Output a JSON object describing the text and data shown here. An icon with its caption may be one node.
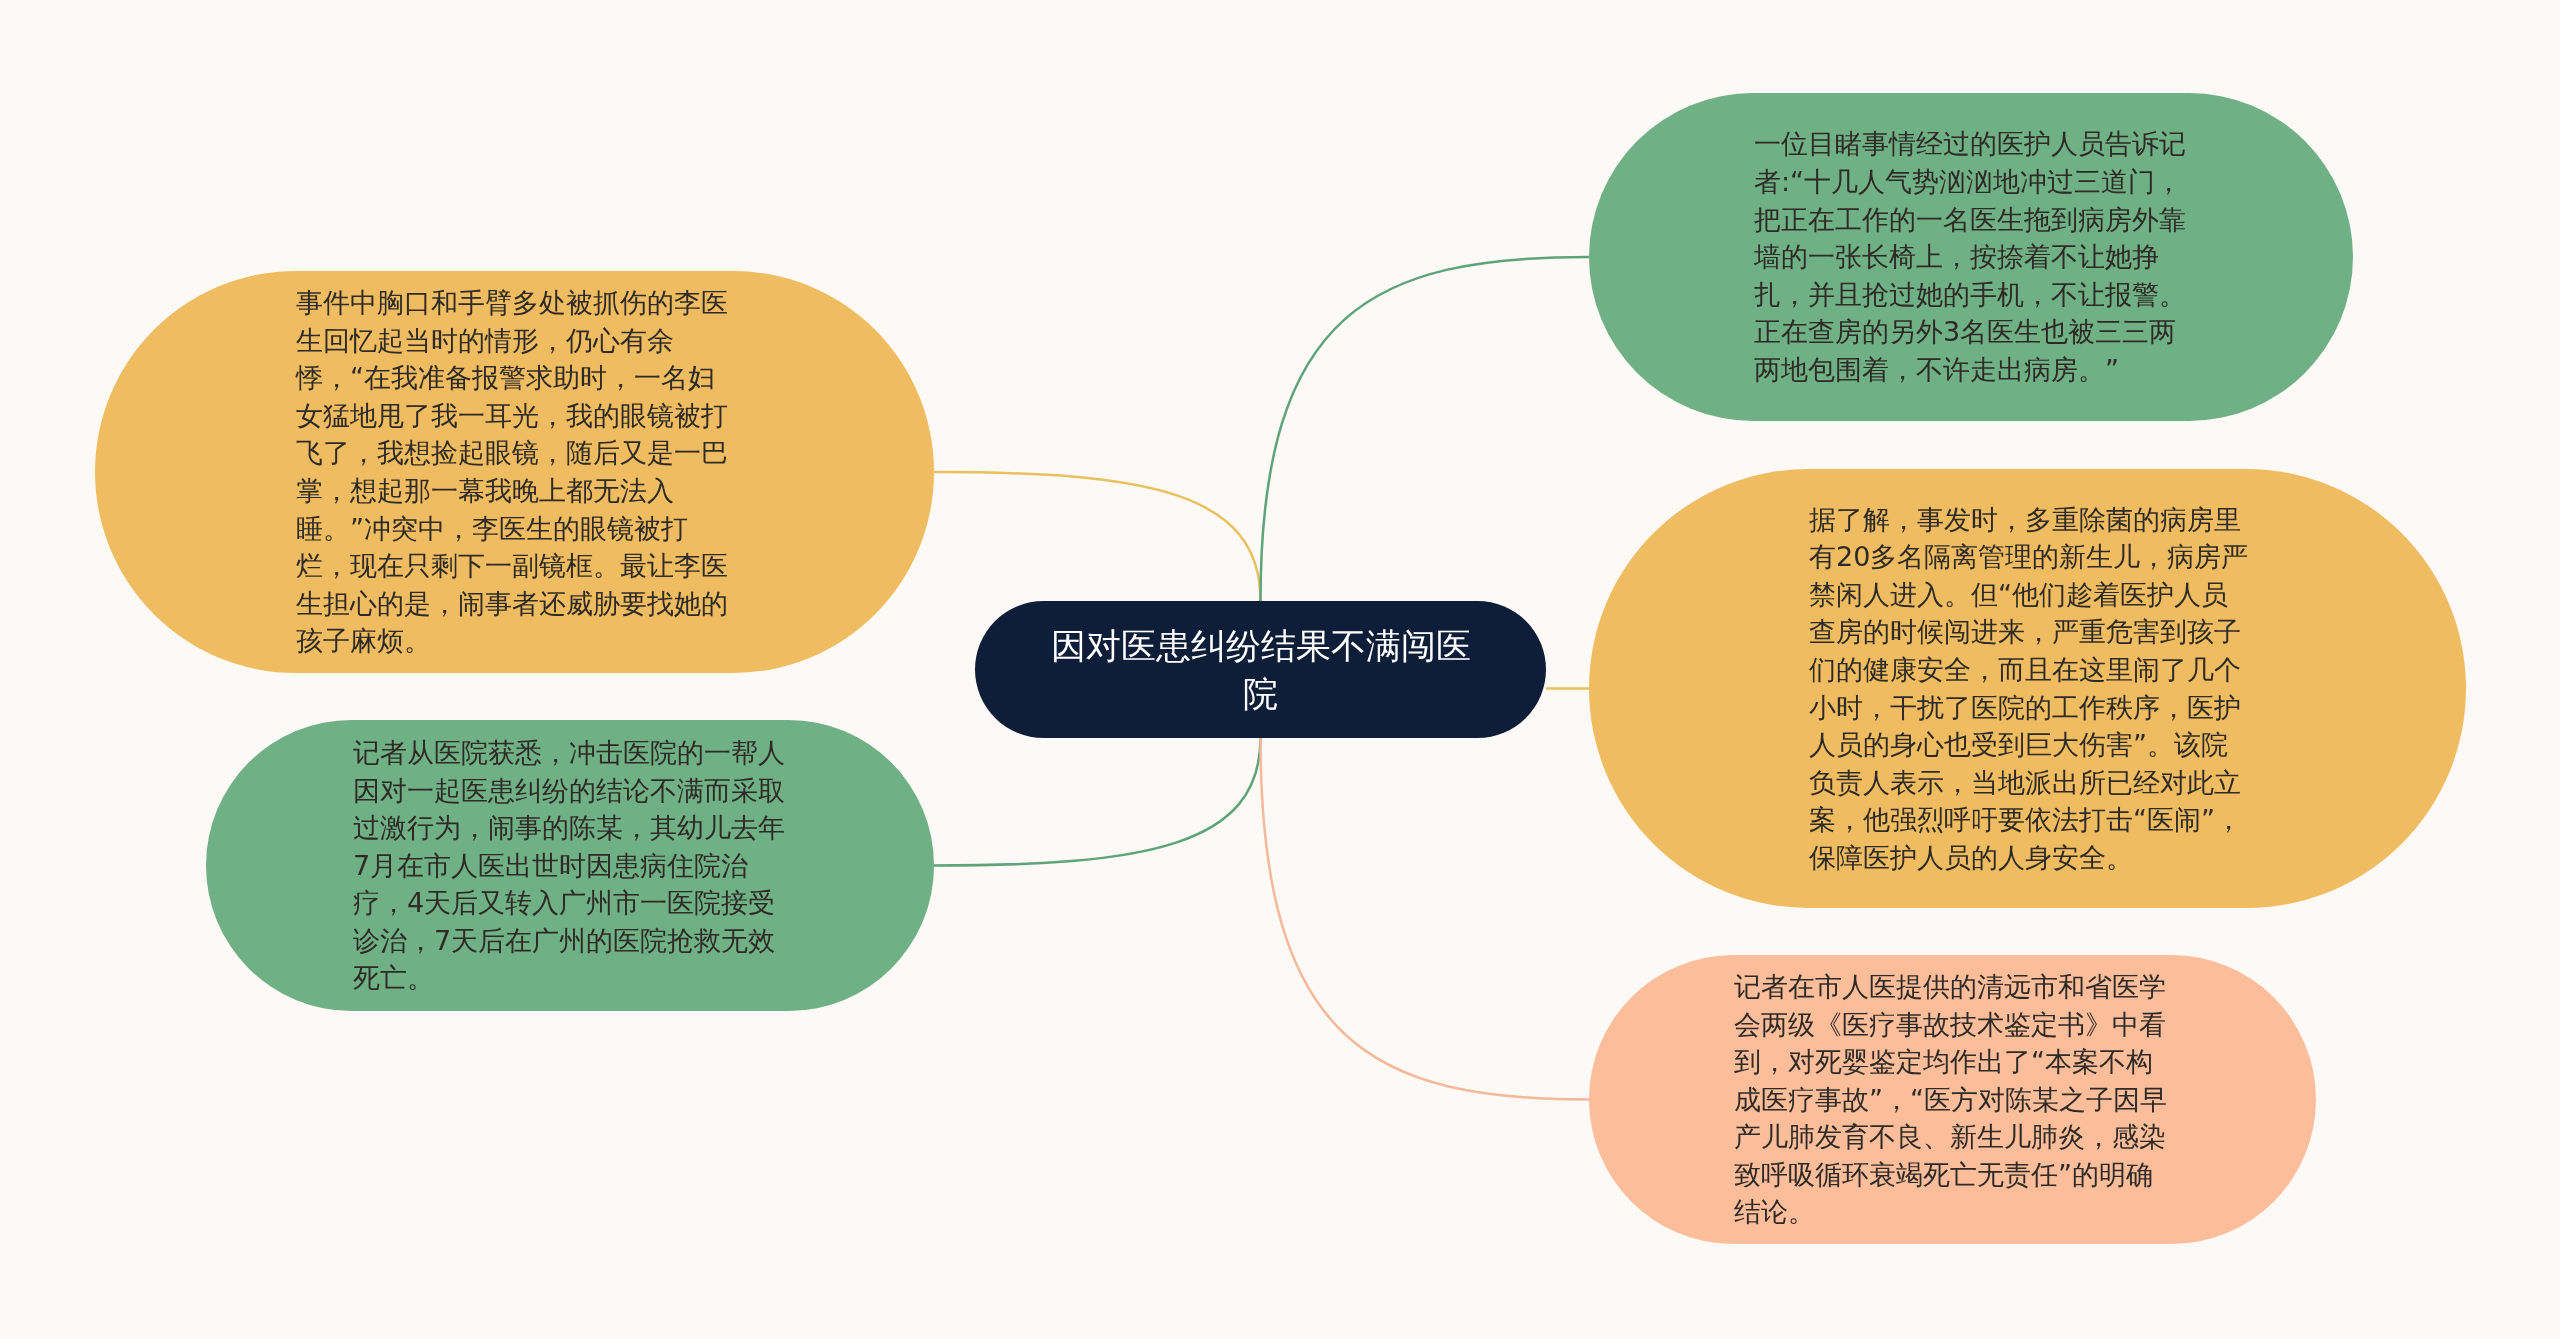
{
  "diagram": {
    "nodes": [
      {
        "text": [
          "因对医患纠纷结果不满闯医院"
        ]
      },
      {
        "text": [
          "事件中胸口和手臂多处被抓伤的李医生回忆起当时的情形，仍心有余悸，“在我准备报警求助时，一名妇女猛地甩了我一耳光，我的眼镜被打飞了，我想捡起眼镜，随后又是一巴掌，想起那一幕我晚上都无法入睡。”冲突中，李医生的眼镜被打烂，现在只剩下一副镜框。最让李医生担心的是，闹事者还威胁要找她的孩子麻烦。"
        ]
      },
      {
        "text": [
          "记者从医院获悉，冲击医院的一帮人因对一起医患纠纷的结论不满而采取过激行为，闹事的陈某，其幼儿去年7月在市人医出世时因患病住院治疗，4天后又转入广州市一医院接受诊治，7天后在广州的医院抢救无效死亡。"
        ]
      },
      {
        "text": [
          "一位目睹事情经过的医护人员告诉记者:“十几人气势汹汹地冲过三道门，把正在工作的一名医生拖到病房外靠墙的一张长椅上，按捺着不让她挣扎，并且抢过她的手机，不让报警。正在查房的另外3名医生也被三三两两地包围着，不许走出病房。”"
        ]
      },
      {
        "text": [
          "据了解，事发时，多重除菌的病房里有20多名隔离管理的新生儿，病房严禁闲人进入。但“他们趁着医护人员查房的时候闯进来，严重危害到孩子们的健康安全，而且在这里闹了几个小时，干扰了医院的工作秩序，医护人员的身心也受到巨大伤害”。该院负责人表示，当地派出所已经对此立案，他强烈呼吁要依法打击“医闹”，保障医护人员的人身安全。"
        ]
      },
      {
        "text": [
          "记者在市人医提供的清远市和省医学会两级《医疗事故技术鉴定书》中看到，对死婴鉴定均作出了“本案不构成医疗事故”，“医方对陈某之子因早产儿肺发育不良、新生儿肺炎，感染致呼吸循环衰竭死亡无责任”的明确结论。"
        ]
      }
    ],
    "edges": [
      {
        "from": 0,
        "to": 1,
        "arrow": "none",
        "color": "#e8c060"
      },
      {
        "from": 0,
        "to": 2,
        "arrow": "none",
        "color": "#5ea37a"
      },
      {
        "from": 0,
        "to": 3,
        "arrow": "none",
        "color": "#5ea37a"
      },
      {
        "from": 0,
        "to": 4,
        "arrow": "none",
        "color": "#e8c060"
      },
      {
        "from": 0,
        "to": 5,
        "arrow": "none",
        "color": "#f4b89a"
      }
    ]
  }
}
